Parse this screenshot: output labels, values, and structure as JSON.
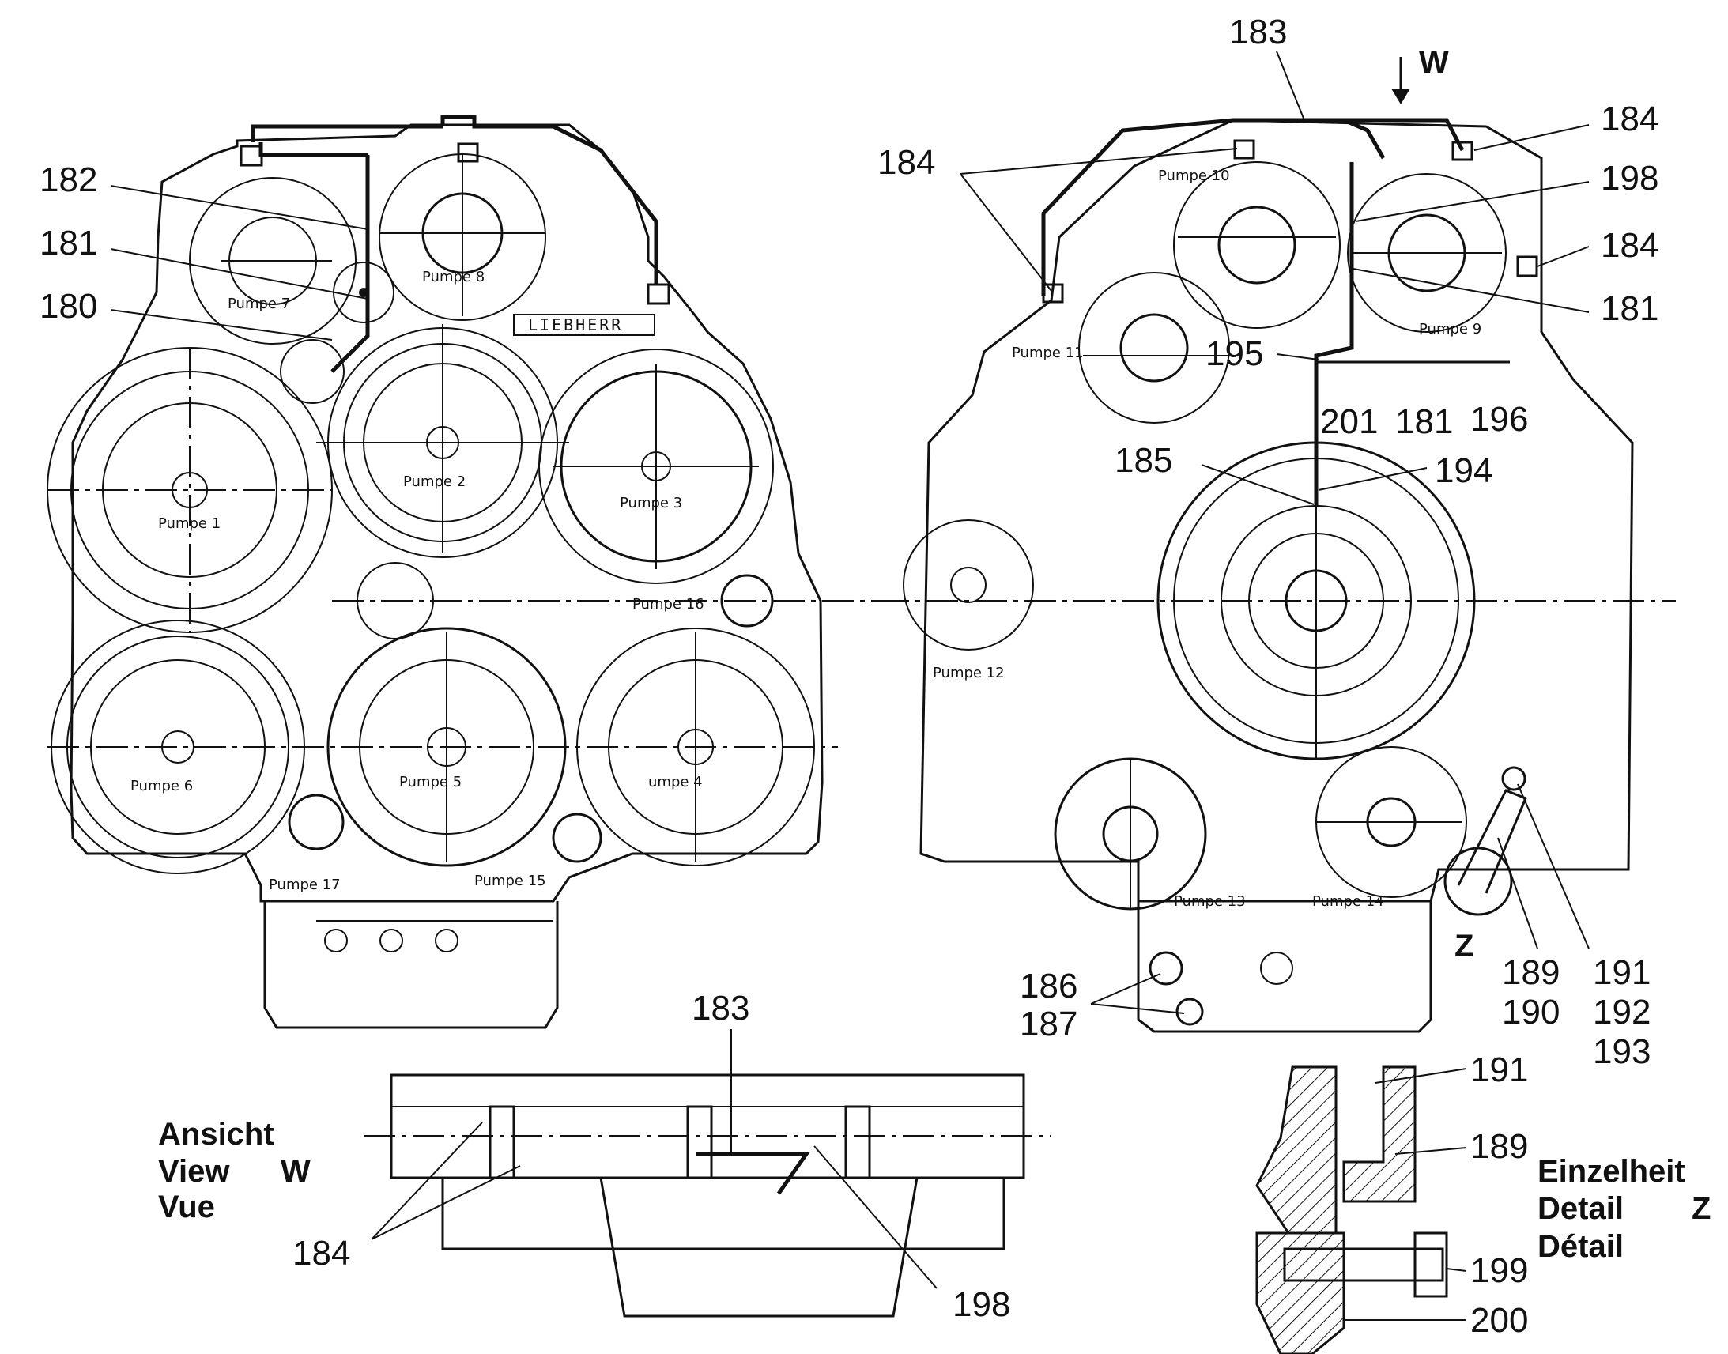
{
  "callouts": {
    "c183_top": "183",
    "w_arrow": "W",
    "c184_right_top": "184",
    "c184_left_top": "184",
    "c198_top": "198",
    "c182": "182",
    "c184_right_mid": "184",
    "c181_left": "181",
    "c181_right": "181",
    "c180": "180",
    "c195": "195",
    "c201": "201",
    "c181_lower": "181",
    "c196": "196",
    "c185": "185",
    "c194": "194",
    "c186": "186",
    "c187": "187",
    "z_marker": "Z",
    "c189": "189",
    "c190": "190",
    "c191": "191",
    "c192": "192",
    "c193": "193",
    "c183_bottom": "183",
    "c184_bottom": "184",
    "c198_bottom": "198",
    "c191_detail": "191",
    "c189_detail": "189",
    "c199": "199",
    "c200": "200"
  },
  "view_heading": {
    "line1": "Ansicht",
    "line2": "View",
    "line2_letter": "W",
    "line3": "Vue"
  },
  "detail_heading": {
    "line1": "Einzelheit",
    "line2": "Detail",
    "line2_letter": "Z",
    "line3": "Détail"
  },
  "pump_labels": {
    "p1": "Pumpe 1",
    "p2": "Pumpe 2",
    "p3": "Pumpe 3",
    "p4": "umpe 4",
    "p5": "Pumpe 5",
    "p6": "Pumpe 6",
    "p7": "Pumpe 7",
    "p8": "Pumpe 8",
    "p9": "Pumpe 9",
    "p10": "Pumpe 10",
    "p11": "Pumpe 11",
    "p12": "Pumpe 12",
    "p13": "Pumpe 13",
    "p14": "Pumpe 14",
    "p15": "Pumpe 15",
    "p16": "Pumpe 16",
    "p17": "Pumpe 17"
  },
  "logo_text": "LIEBHERR"
}
